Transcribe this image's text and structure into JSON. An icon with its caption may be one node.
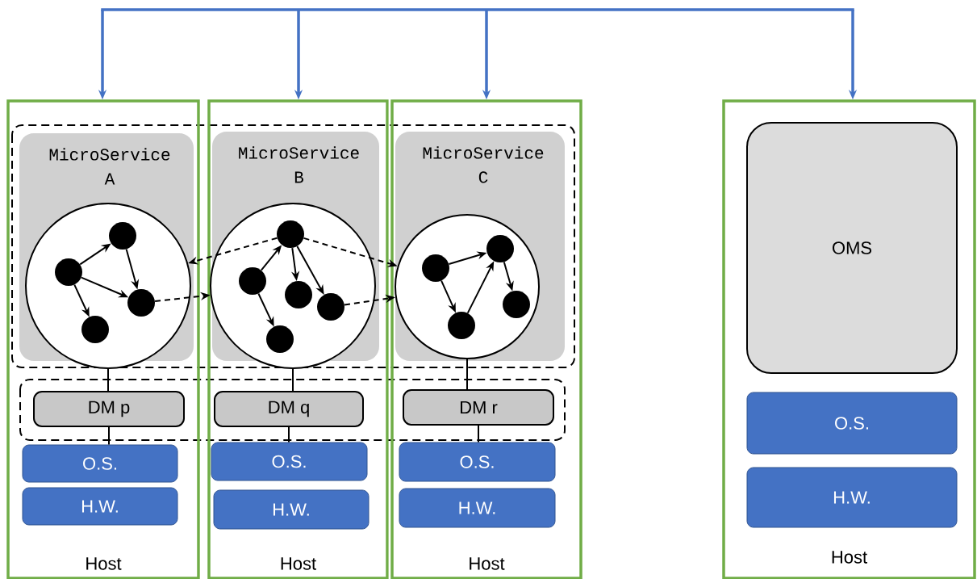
{
  "diagram": {
    "nodes": [
      {
        "text": [
          "Host"
        ]
      },
      {
        "text": [
          "MicroService A"
        ],
        "in": 0
      },
      {
        "text": [],
        "shape": "circle",
        "in": 1
      },
      {
        "text": [],
        "shape": "circle",
        "in": 2
      },
      {
        "text": [],
        "shape": "circle",
        "in": 2
      },
      {
        "text": [],
        "shape": "circle",
        "in": 2
      },
      {
        "text": [],
        "shape": "circle",
        "in": 2
      },
      {
        "text": [
          "DM p"
        ],
        "in": 0
      },
      {
        "text": [
          "O.S."
        ],
        "in": 0
      },
      {
        "text": [
          "H.W."
        ],
        "in": 0
      },
      {
        "text": [
          "Host"
        ]
      },
      {
        "text": [
          "MicroService B"
        ],
        "in": 10
      },
      {
        "text": [],
        "shape": "circle",
        "in": 11
      },
      {
        "text": [],
        "shape": "circle",
        "in": 12
      },
      {
        "text": [],
        "shape": "circle",
        "in": 12
      },
      {
        "text": [],
        "shape": "circle",
        "in": 12
      },
      {
        "text": [],
        "shape": "circle",
        "in": 12
      },
      {
        "text": [],
        "shape": "circle",
        "in": 12
      },
      {
        "text": [
          "DM q"
        ],
        "in": 10
      },
      {
        "text": [
          "O.S."
        ],
        "in": 10
      },
      {
        "text": [
          "H.W."
        ],
        "in": 10
      },
      {
        "text": [
          "Host"
        ]
      },
      {
        "text": [
          "MicroService C"
        ],
        "in": 21
      },
      {
        "text": [],
        "shape": "circle",
        "in": 22
      },
      {
        "text": [],
        "shape": "circle",
        "in": 23
      },
      {
        "text": [],
        "shape": "circle",
        "in": 23
      },
      {
        "text": [],
        "shape": "circle",
        "in": 23
      },
      {
        "text": [],
        "shape": "circle",
        "in": 23
      },
      {
        "text": [
          "DM r"
        ],
        "in": 21
      },
      {
        "text": [
          "O.S."
        ],
        "in": 21
      },
      {
        "text": [
          "H.W."
        ],
        "in": 21
      },
      {
        "text": [
          "Host"
        ]
      },
      {
        "text": [
          "OMS"
        ],
        "in": 31
      },
      {
        "text": [
          "O.S."
        ],
        "in": 31
      },
      {
        "text": [
          "H.W."
        ],
        "in": 31
      }
    ],
    "edges": [
      {
        "from": null,
        "to": 0,
        "arrow": "to",
        "color": "#4472c4"
      },
      {
        "from": null,
        "to": 10,
        "arrow": "to",
        "color": "#4472c4"
      },
      {
        "from": null,
        "to": 21,
        "arrow": "to",
        "color": "#4472c4"
      },
      {
        "from": null,
        "to": 31,
        "arrow": "to",
        "color": "#4472c4"
      },
      {
        "from": 3,
        "to": 4,
        "arrow": "to"
      },
      {
        "from": 4,
        "to": 5,
        "arrow": "to"
      },
      {
        "from": 3,
        "to": 5,
        "arrow": "to"
      },
      {
        "from": 3,
        "to": 6,
        "arrow": "to"
      },
      {
        "from": 14,
        "to": 13,
        "arrow": "to"
      },
      {
        "from": 13,
        "to": 15,
        "arrow": "to"
      },
      {
        "from": 13,
        "to": 16,
        "arrow": "to"
      },
      {
        "from": 14,
        "to": 17,
        "arrow": "to"
      },
      {
        "from": 24,
        "to": 25,
        "arrow": "to"
      },
      {
        "from": 25,
        "to": 26,
        "arrow": "to"
      },
      {
        "from": 24,
        "to": 27,
        "arrow": "to"
      },
      {
        "from": 27,
        "to": 25,
        "arrow": "to"
      },
      {
        "from": 5,
        "to": 12,
        "arrow": "to",
        "style": "dashed"
      },
      {
        "from": 13,
        "to": 2,
        "arrow": "to",
        "style": "dashed"
      },
      {
        "from": 13,
        "to": 23,
        "arrow": "to",
        "style": "dashed"
      },
      {
        "from": 16,
        "to": 23,
        "arrow": "to",
        "style": "dashed"
      },
      {
        "from": 2,
        "to": 7,
        "arrow": "none"
      },
      {
        "from": 7,
        "to": 8,
        "arrow": "none"
      },
      {
        "from": 12,
        "to": 18,
        "arrow": "none"
      },
      {
        "from": 18,
        "to": 19,
        "arrow": "none"
      },
      {
        "from": 23,
        "to": 28,
        "arrow": "none"
      },
      {
        "from": 28,
        "to": 29,
        "arrow": "none"
      }
    ]
  }
}
